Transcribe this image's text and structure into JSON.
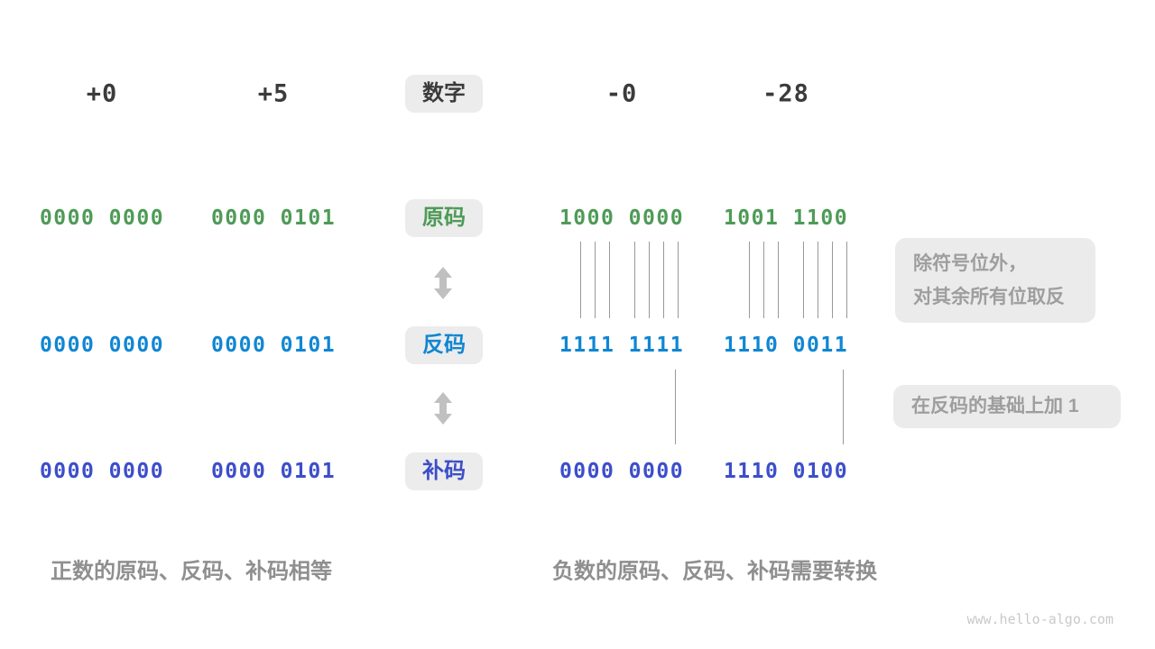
{
  "header": {
    "badge": "数字",
    "values": [
      "+0",
      "+5",
      "-0",
      "-28"
    ]
  },
  "rows": [
    {
      "name": "sign-magnitude",
      "badge": "原码",
      "color": "#4e9b57",
      "values": [
        "0000 0000",
        "0000 0101",
        "1000 0000",
        "1001 1100"
      ]
    },
    {
      "name": "ones-complement",
      "badge": "反码",
      "color": "#1186d2",
      "values": [
        "0000 0000",
        "0000 0101",
        "1111 1111",
        "1110 0011"
      ]
    },
    {
      "name": "twos-complement",
      "badge": "补码",
      "color": "#3c4ec9",
      "values": [
        "0000 0000",
        "0000 0101",
        "0000 0000",
        "1110 0100"
      ]
    }
  ],
  "notes": {
    "invert_lines": [
      "除符号位外，",
      "对其余所有位取反"
    ],
    "add_one": "在反码的基础上加 1"
  },
  "captions": {
    "positive": "正数的原码、反码、补码相等",
    "negative": "负数的原码、反码、补码需要转换"
  },
  "watermark": "www.hello-algo.com",
  "colors": {
    "sign_magnitude_green": "#4e9b57",
    "ones_complement_blue": "#1186d2",
    "twos_complement_indigo": "#3c4ec9",
    "badge_bg": "#ececec",
    "note_bg": "#ebebeb",
    "note_text": "#9e9e9e",
    "caption_text": "#8f8f8f",
    "mapping_line_gray": "#999999",
    "arrow_gray": "#c0c0c0",
    "header_text": "#3b3b3b"
  }
}
